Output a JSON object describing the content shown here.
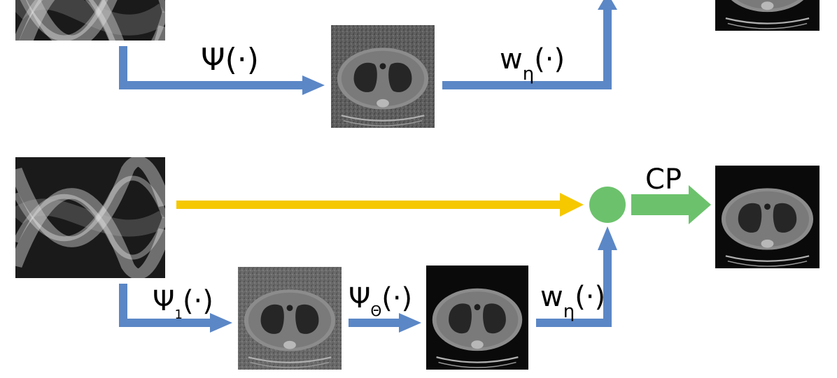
{
  "colors": {
    "blue_arrow": "#5b87c6",
    "yellow_arrow": "#f5c800",
    "green": "#6cc26c",
    "background": "#ffffff"
  },
  "labels": {
    "top_psi": "Ψ(·)",
    "top_w_main": "w",
    "top_w_sub": "η",
    "top_w_arg": "(·)",
    "bottom_psi1_main": "Ψ",
    "bottom_psi1_sub": "1",
    "bottom_psi1_arg": "(·)",
    "bottom_psitheta_main": "Ψ",
    "bottom_psitheta_sub": "Θ",
    "bottom_psitheta_arg": "(·)",
    "bottom_w_main": "w",
    "bottom_w_sub": "η",
    "bottom_w_arg": "(·)",
    "cp": "CP"
  },
  "images": {
    "top_sinogram": "sinogram",
    "top_noisy_ct": "noisy chest CT slice",
    "top_output_ct": "chest CT slice",
    "bottom_sinogram": "sinogram",
    "bottom_noisy_ct": "noisy chest CT slice",
    "bottom_refined_ct": "refined chest CT slice",
    "bottom_output_ct": "chest CT slice"
  }
}
